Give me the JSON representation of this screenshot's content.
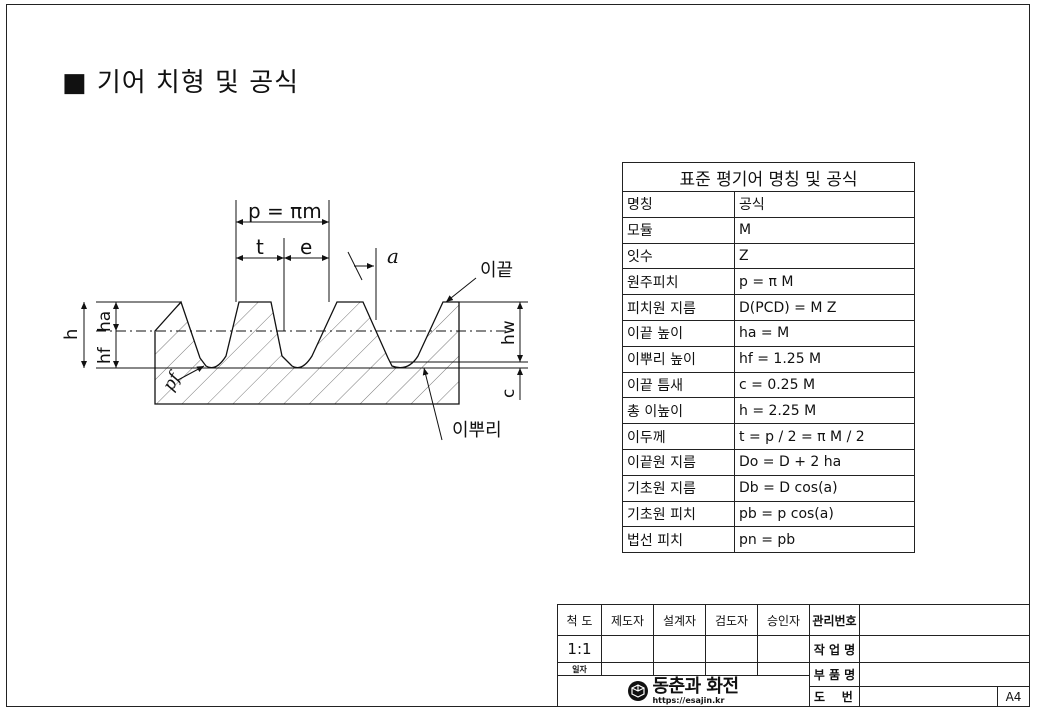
{
  "title": "■ 기어 치형 및 공식",
  "diagram": {
    "pitch_label": "p = πm",
    "tooth_t": "t",
    "space_e": "e",
    "angle_a": "a",
    "tip_label": "이끝",
    "root_label": "이뿌리",
    "h": "h",
    "ha": "ha",
    "hf": "hf",
    "hw": "hw",
    "c": "c",
    "pf": "pf"
  },
  "table": {
    "caption": "표준 평기어 명칭 및 공식",
    "header": [
      "명칭",
      "공식"
    ],
    "rows": [
      [
        "모듈",
        "M"
      ],
      [
        "잇수",
        "Z"
      ],
      [
        "원주피치",
        "p = π M"
      ],
      [
        "피치원 지름",
        "D(PCD) = M Z"
      ],
      [
        "이끝 높이",
        "ha = M"
      ],
      [
        "이뿌리 높이",
        "hf = 1.25 M"
      ],
      [
        "이끝 틈새",
        "c = 0.25 M"
      ],
      [
        "총 이높이",
        "h = 2.25 M"
      ],
      [
        "이두께",
        "t = p / 2 = π M / 2"
      ],
      [
        "이끝원 지름",
        "Do = D + 2 ha"
      ],
      [
        "기초원 지름",
        "Db = D cos(a)"
      ],
      [
        "기초원 피치",
        "pb = p cos(a)"
      ],
      [
        "법선 피치",
        "pn = pb"
      ]
    ]
  },
  "title_block": {
    "scale_label": "척 도",
    "drafter": "제도자",
    "designer": "설계자",
    "checker": "검도자",
    "approver": "승인자",
    "mgmt_no": "관리번호",
    "scale_value": "1:1",
    "date": "일자",
    "job_name": "작 업 명",
    "part_name": "부 품 명",
    "drawing_no": "도    번",
    "paper": "A4",
    "logo_name": "동춘과 화전",
    "logo_url": "https://esajin.kr"
  }
}
